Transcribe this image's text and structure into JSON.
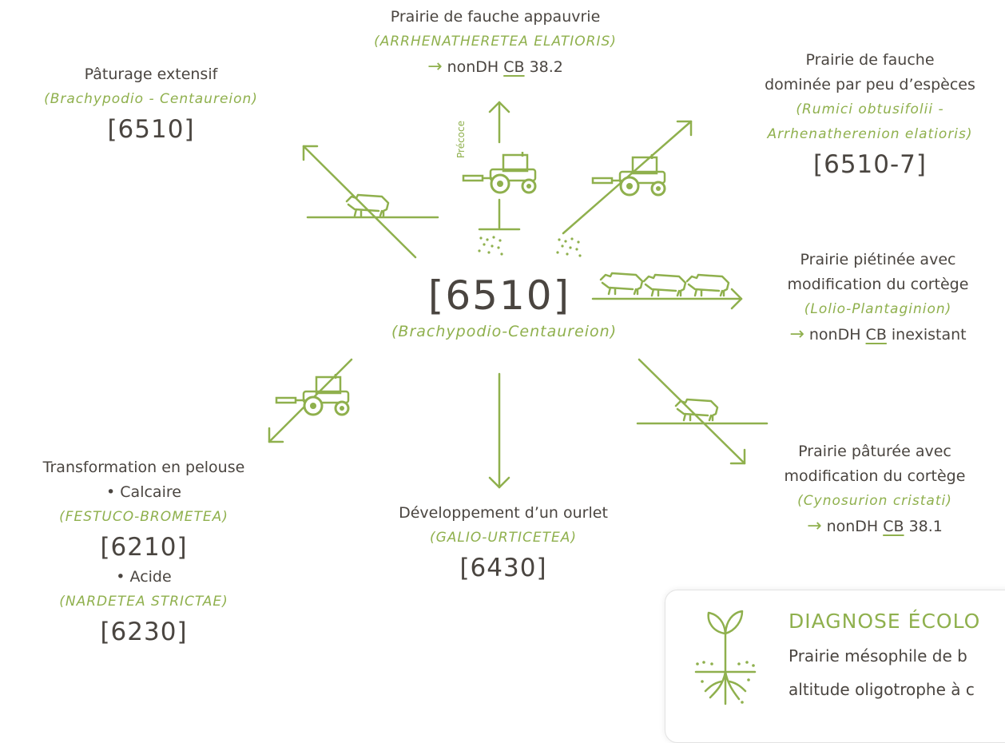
{
  "center": {
    "code": "[6510]",
    "syntaxon": "(Brachypodio-Centaureion)"
  },
  "top": {
    "title": "Prairie de fauche appauvrie",
    "syntaxon": "(ARRHENATHERETEA ELATIORIS)",
    "arrow": "→",
    "ref_prefix": "nonDH ",
    "ref_cb": "CB",
    "ref_value": " 38.2"
  },
  "top_left": {
    "title": "Pâturage extensif",
    "syntaxon": "(Brachypodio - Centaureion)",
    "code": "[6510]"
  },
  "top_right": {
    "title_1": "Prairie de fauche",
    "title_2": "dominée par peu d’espèces",
    "syntaxon_1": "(Rumici obtusifolii -",
    "syntaxon_2": "Arrhenatherenion elatioris)",
    "code": "[6510-7]"
  },
  "right": {
    "title_1": "Prairie piétinée avec",
    "title_2": "modification du cortège",
    "syntaxon": "(Lolio-Plantaginion)",
    "arrow": "→",
    "ref_prefix": "nonDH ",
    "ref_cb": "CB",
    "ref_value": " inexistant"
  },
  "bottom_right": {
    "title_1": "Prairie pâturée avec",
    "title_2": "modification du cortège",
    "syntaxon": "(Cynosurion cristati)",
    "arrow": "→",
    "ref_prefix": "nonDH ",
    "ref_cb": "CB",
    "ref_value": " 38.1"
  },
  "bottom": {
    "title": "Développement d’un ourlet",
    "syntaxon": "(GALIO-URTICETEA)",
    "code": "[6430]"
  },
  "bottom_left": {
    "title": "Transformation en pelouse",
    "item1": "• Calcaire",
    "syntaxon1": "(FESTUCO-BROMETEA)",
    "code1": "[6210]",
    "item2": "• Acide",
    "syntaxon2": "(NARDETEA STRICTAE)",
    "code2": "[6230]"
  },
  "tractor_label": "Précoce",
  "diagnose": {
    "title": "DIAGNOSE ÉCOLO",
    "line1": "Prairie mésophile de b",
    "line2": "altitude oligotrophe à c",
    "icon": "plant-sprout-icon"
  },
  "colors": {
    "accent": "#8fb04d",
    "text": "#4a4540"
  }
}
